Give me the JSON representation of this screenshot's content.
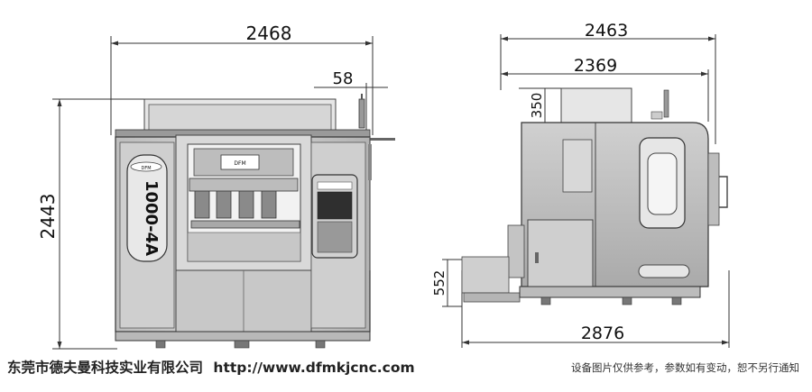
{
  "front_view": {
    "width_dim": "2468",
    "height_dim": "2443",
    "offset_dim": "58",
    "model_label": "1000-4A"
  },
  "side_view": {
    "top_dim": "2463",
    "second_dim": "2369",
    "bottom_dim": "2876",
    "height_350": "350",
    "height_552": "552"
  },
  "footer": {
    "company": "东莞市德夫曼科技实业有限公司",
    "url": "http://www.dfmkjcnc.com",
    "disclaimer": "设备图片仅供参考，参数如有变动，恕不另行通知"
  }
}
